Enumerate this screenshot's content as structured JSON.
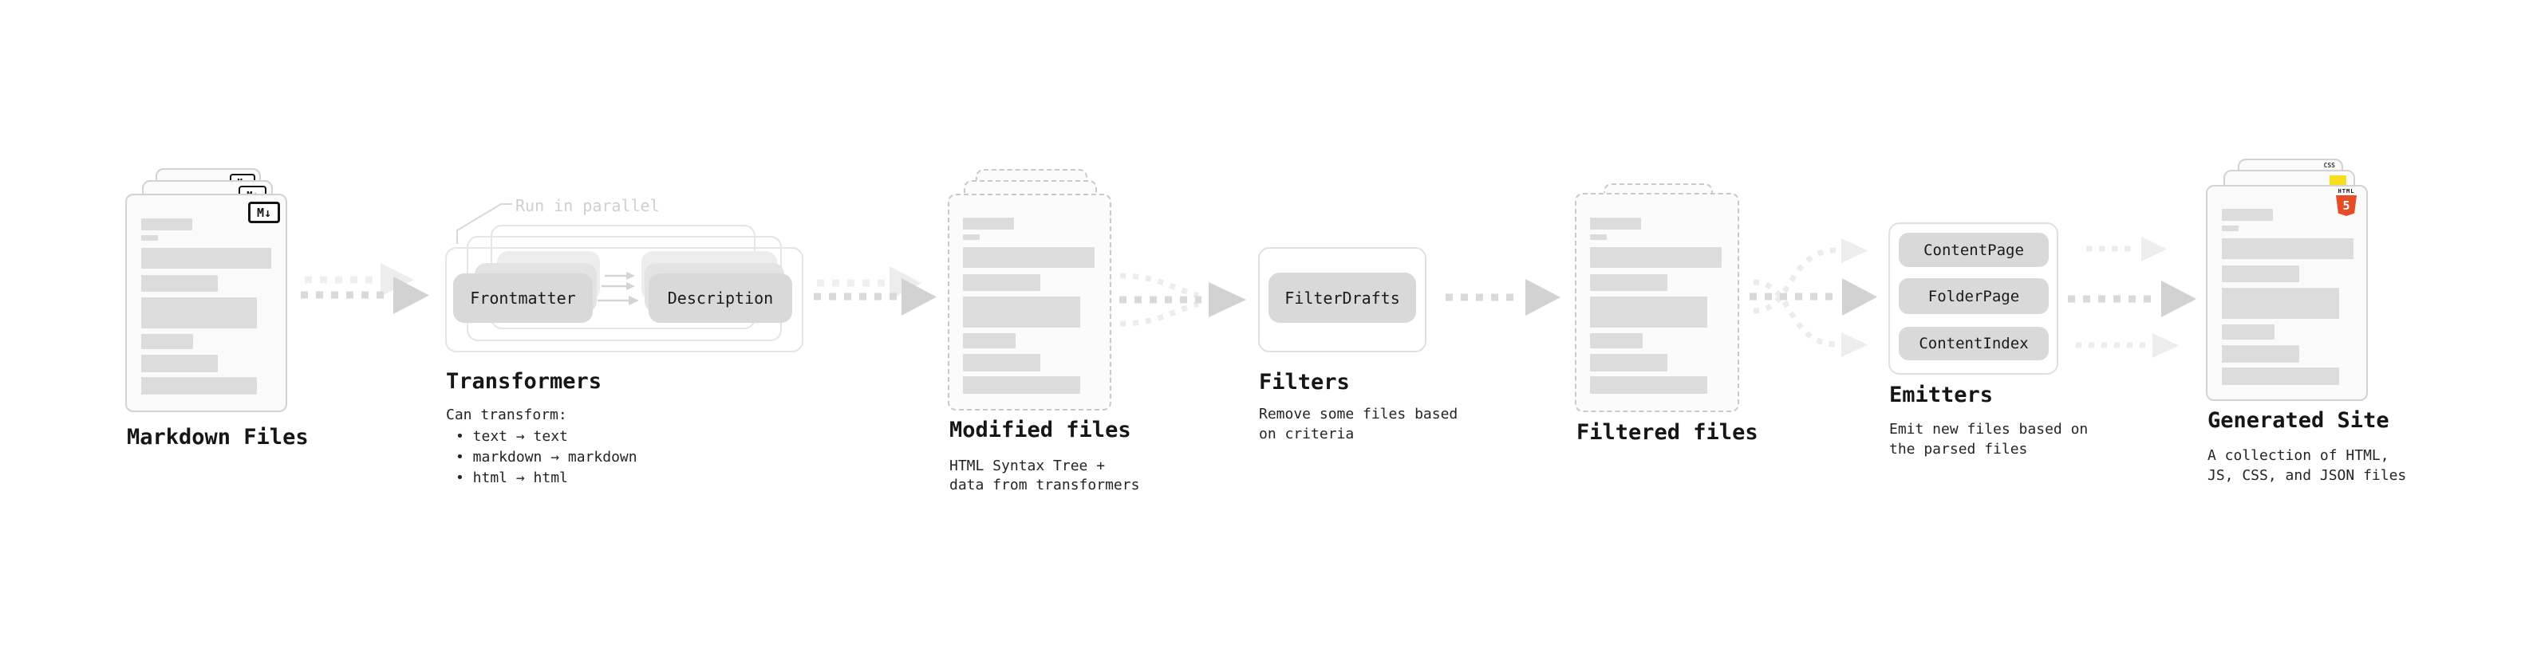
{
  "stages": {
    "markdown_files": {
      "title": "Markdown Files",
      "badge": "M↓"
    },
    "transformers": {
      "annotation": "Run in parallel",
      "node_frontmatter": "Frontmatter",
      "node_description": "Description",
      "title": "Transformers",
      "desc": "Can transform:",
      "bullets": [
        "• text → text",
        "• markdown → markdown",
        "• html → html"
      ]
    },
    "modified_files": {
      "title": "Modified files",
      "desc_line1": "HTML Syntax Tree +",
      "desc_line2": "data from transformers"
    },
    "filters": {
      "node_filterdrafts": "FilterDrafts",
      "title": "Filters",
      "desc_line1": "Remove some files based",
      "desc_line2": "on criteria"
    },
    "filtered_files": {
      "title": "Filtered files"
    },
    "emitters": {
      "node_contentpage": "ContentPage",
      "node_folderpage": "FolderPage",
      "node_contentindex": "ContentIndex",
      "title": "Emitters",
      "desc_line1": "Emit new files based on",
      "desc_line2": "the parsed files"
    },
    "generated_site": {
      "title": "Generated Site",
      "desc_line1": "A collection of HTML,",
      "desc_line2": "JS, CSS, and JSON files",
      "badge_html_label": "HTML",
      "badge_html_number": "5",
      "badge_css": "CSS"
    }
  },
  "colors": {
    "html5_orange": "#e44d26",
    "js_yellow": "#f7df1e",
    "css_blue": "#2965f1",
    "node_fill": "#d9d9d9",
    "annotation_gray": "#cfcfcf"
  }
}
